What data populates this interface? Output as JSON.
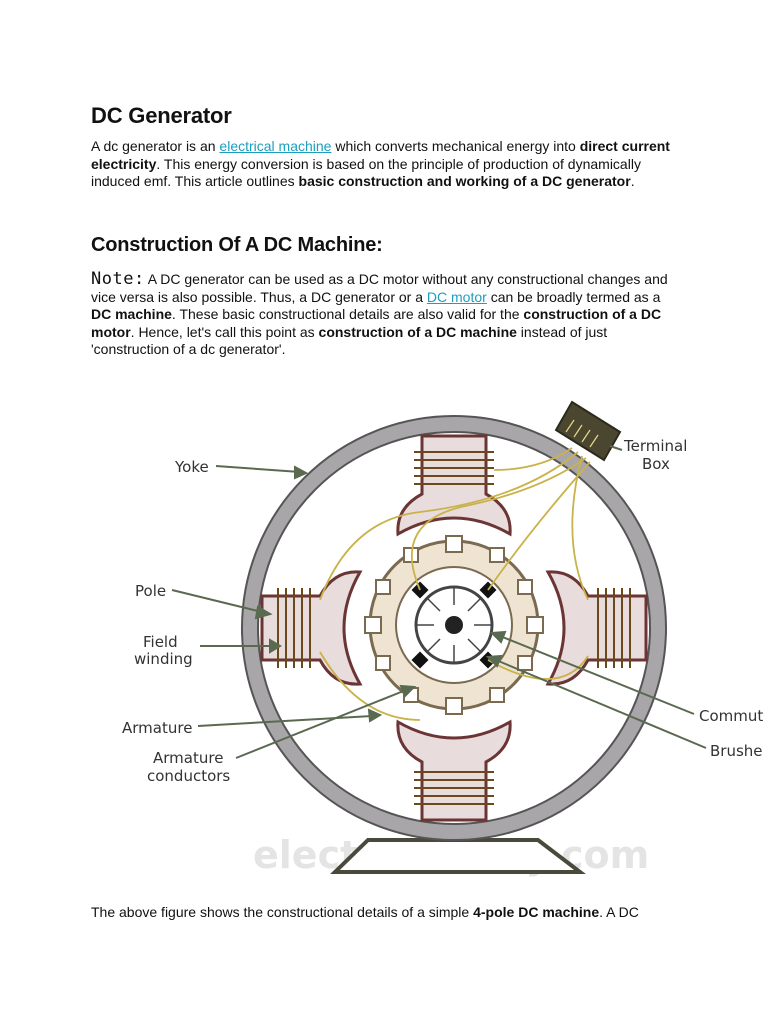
{
  "title": "DC Generator",
  "intro": {
    "t1": "A dc generator is an ",
    "link1": "electrical machine",
    "t2": " which converts mechanical energy into ",
    "b1": "direct current electricity",
    "t3": ". This energy conversion is based on the principle of production of dynamically induced emf. This article outlines ",
    "b2": "basic construction and working of a DC generator",
    "t4": "."
  },
  "section_heading": "Construction Of A DC Machine:",
  "note": {
    "label": "Note:",
    "t1": " A DC generator can be used as a DC motor without any constructional changes and vice versa is also possible. Thus, a DC generator or a ",
    "link1": "DC motor",
    "t2": " can be broadly termed as a ",
    "b1": "DC machine",
    "t3": ". These basic constructional details are also valid for the ",
    "b2": "construction of a DC motor",
    "t4": ". Hence, let's call this point as ",
    "b3": "construction of a DC machine",
    "t5": " instead of just 'construction of a dc generator'."
  },
  "figure": {
    "labels": {
      "yoke": "Yoke",
      "pole": "Pole",
      "field_line1": "Field",
      "field_line2": "winding",
      "armature": "Armature",
      "arm_cond_line1": "Armature",
      "arm_cond_line2": "conductors",
      "terminal_line1": "Terminal",
      "terminal_line2": "Box",
      "commutator": "Commut",
      "brushes": "Brushe"
    },
    "watermark": "electricaleasy.com"
  },
  "closing": {
    "t1": "The above figure shows the constructional details of a simple ",
    "b1": "4-pole DC machine",
    "t2": ". A DC"
  }
}
